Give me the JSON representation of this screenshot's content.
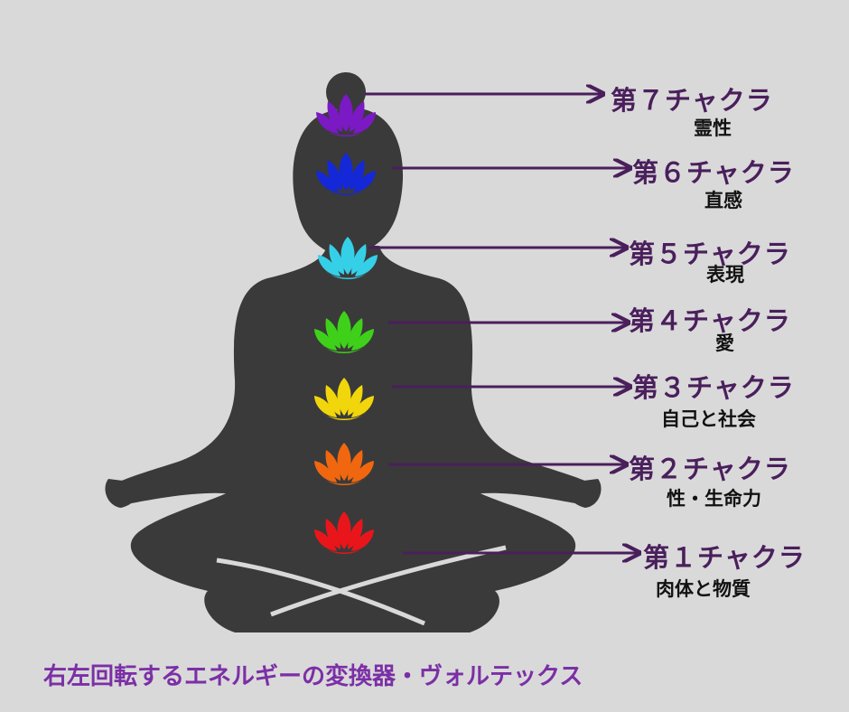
{
  "chakras": [
    {
      "title": "第７チャクラ",
      "meaning": "霊性",
      "color": "#7b19c4"
    },
    {
      "title": "第６チャクラ",
      "meaning": "直感",
      "color": "#1428d8"
    },
    {
      "title": "第５チャクラ",
      "meaning": "表現",
      "color": "#36cfe8"
    },
    {
      "title": "第４チャクラ",
      "meaning": "愛",
      "color": "#3fd11a"
    },
    {
      "title": "第３チャクラ",
      "meaning": "自己と社会",
      "color": "#f2d60c"
    },
    {
      "title": "第２チャクラ",
      "meaning": "性・生命力",
      "color": "#f0670f"
    },
    {
      "title": "第１チャクラ",
      "meaning": "肉体と物質",
      "color": "#e8161a"
    }
  ],
  "caption": "右左回転するエネルギーの変換器・ヴォルテックス",
  "colors": {
    "background": "#d9d9d9",
    "silhouette": "#3a3a3a",
    "arrow": "#4a1f5c",
    "caption": "#7b2fa6"
  }
}
